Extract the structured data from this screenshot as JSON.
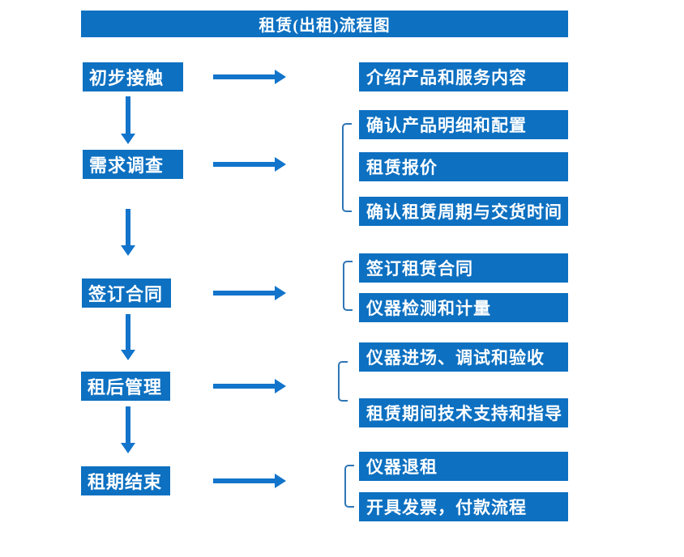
{
  "title": "租赁(出租)流程图",
  "colors": {
    "box_blue": "#0d70c1",
    "arrow_blue": "#1274cb",
    "bracket_blue": "#2e75b6",
    "text_white": "#ffffff",
    "background": "#ffffff"
  },
  "steps": [
    {
      "label": "初步接触",
      "details": [
        "介绍产品和服务内容"
      ]
    },
    {
      "label": "需求调查",
      "details": [
        "确认产品明细和配置",
        "租赁报价",
        "确认租赁周期与交货时间"
      ]
    },
    {
      "label": "签订合同",
      "details": [
        "签订租赁合同",
        "仪器检测和计量"
      ]
    },
    {
      "label": "租后管理",
      "details": [
        "仪器进场、调试和验收",
        "租赁期间技术支持和指导"
      ]
    },
    {
      "label": "租期结束",
      "details": [
        "仪器退租",
        "开具发票，付款流程"
      ]
    }
  ]
}
